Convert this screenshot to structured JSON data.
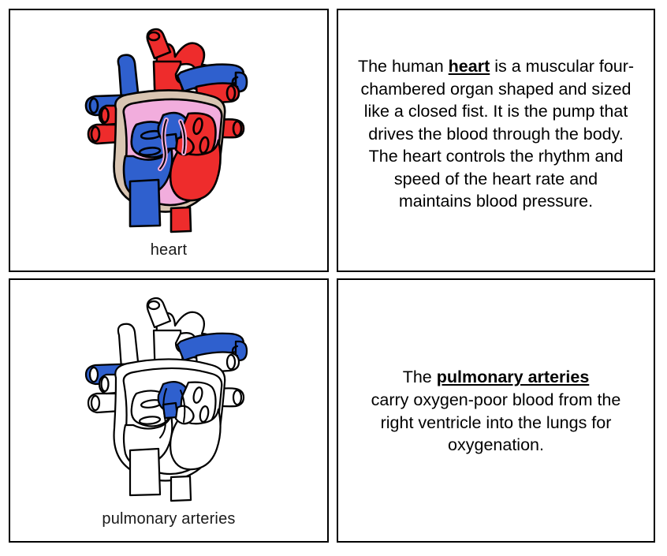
{
  "page": {
    "title": "Heart Nomenclature Cards",
    "background_color": "#ffffff",
    "border_color": "#000000"
  },
  "palette": {
    "artery_red": "#EE2C2C",
    "vein_blue": "#2F60CE",
    "muscle_pink": "#F2ADDD",
    "pericardium_tan": "#D9C5B2",
    "outline_black": "#000000",
    "unfilled_white": "#FFFFFF"
  },
  "cards": [
    {
      "id": "heart-picture-card",
      "type": "picture",
      "label": "heart",
      "figure_name": "heart-anatomy-diagram-colored",
      "highlight": "full-color"
    },
    {
      "id": "heart-definition-card",
      "type": "text",
      "term": "heart",
      "text_before": "The human ",
      "text_after": " is a muscular four-chambered organ shaped and sized like a closed fist. It is the pump that drives the blood through the body. The heart controls the rhythm and speed of the heart rate and maintains blood pressure.",
      "full_text": "The human heart is a muscular four-chambered organ shaped and sized like a closed fist. It is the pump that drives the blood through the body. The heart controls the rhythm and speed of the heart rate and maintains blood pressure."
    },
    {
      "id": "pulmonary-arteries-picture-card",
      "type": "picture",
      "label": "pulmonary arteries",
      "figure_name": "heart-anatomy-diagram-outline-pulmonary-highlighted",
      "highlight": "pulmonary-arteries-blue"
    },
    {
      "id": "pulmonary-arteries-definition-card",
      "type": "text",
      "term": "pulmonary arteries ",
      "text_before": "The ",
      "text_after": "carry oxygen-poor blood from the right ventricle into the lungs for oxygenation.",
      "full_text": "The pulmonary arteries carry oxygen-poor blood from the right ventricle into the lungs for oxygenation."
    }
  ]
}
